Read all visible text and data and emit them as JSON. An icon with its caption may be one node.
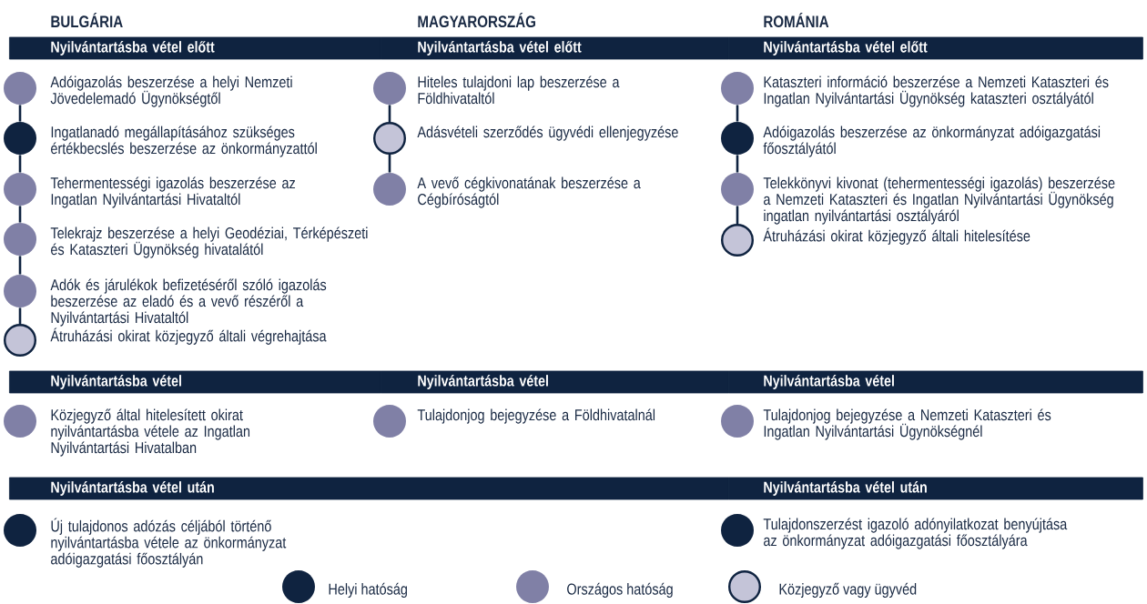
{
  "diagram": {
    "nodes": [
      {
        "text": [
          "Nyilvántartásba vétel előtt"
        ]
      },
      {
        "text": [
          "Nyilvántartásba vétel előtt"
        ]
      },
      {
        "text": [
          "Nyilvántartásba vétel előtt"
        ]
      },
      {
        "text": [],
        "shape": "circle",
        "beside": [
          "Adóigazolás beszerzése a helyi Nemzeti Jövedelemadó Ügynökségtől"
        ]
      },
      {
        "text": [],
        "shape": "circle",
        "beside": [
          "Ingatlanadó megállapításához szükséges értékbecslés beszerzése az önkormányzattól"
        ]
      },
      {
        "text": [],
        "shape": "circle",
        "beside": [
          "Tehermentességi igazolás beszerzése az Ingatlan Nyilvántartási Hivataltól"
        ]
      },
      {
        "text": [],
        "shape": "circle",
        "beside": [
          "Telekrajz beszerzése a helyi Geodéziai, Térképészeti és Kataszteri Ügynökség hivatalától"
        ]
      },
      {
        "text": [],
        "shape": "circle",
        "beside": [
          "Adók és járulékok befizetéséről szóló igazolás beszerzése az eladó és a vevő részéről a Nyilvántartási Hivataltól"
        ]
      },
      {
        "text": [],
        "shape": "circle",
        "beside": [
          "Átruházási okirat közjegyző általi végrehajtása"
        ]
      },
      {
        "text": [],
        "shape": "circle",
        "beside": [
          "Hiteles tulajdoni lap beszerzése a Földhivataltól"
        ]
      },
      {
        "text": [],
        "shape": "circle",
        "beside": [
          "Adásvételi szerződés ügyvédi ellenjegyzése"
        ]
      },
      {
        "text": [],
        "shape": "circle",
        "beside": [
          "A vevő cégkivonatának beszerzése a Cégbíróságtól"
        ]
      },
      {
        "text": [],
        "shape": "circle",
        "beside": [
          "Kataszteri információ beszerzése a Nemzeti Kataszteri és Ingatlan Nyilvántartási Ügynökség kataszteri osztályától"
        ]
      },
      {
        "text": [],
        "shape": "circle",
        "beside": [
          "Adóigazolás beszerzése az önkormányzat adóigazgatási főosztályától"
        ]
      },
      {
        "text": [],
        "shape": "circle",
        "beside": [
          "Telekkönyvi kivonat (tehermentességi igazolás) beszerzése a Nemzeti Kataszteri és Ingatlan Nyilvántartási Ügynökség ingatlan nyilvántartási osztályáról"
        ]
      },
      {
        "text": [],
        "shape": "circle",
        "beside": [
          "Átruházási okirat közjegyző általi hitelesítése"
        ]
      },
      {
        "text": [
          "Nyilvántartásba vétel"
        ]
      },
      {
        "text": [
          "Nyilvántartásba vétel"
        ]
      },
      {
        "text": [
          "Nyilvántartásba vétel"
        ]
      },
      {
        "text": [],
        "shape": "circle",
        "beside": [
          "Közjegyző által hitelesített okirat nyilvántartásba vétele az Ingatlan Nyilvántartási Hivatalban"
        ]
      },
      {
        "text": [],
        "shape": "circle",
        "beside": [
          "Tulajdonjog bejegyzése a Földhivatalnál"
        ]
      },
      {
        "text": [],
        "shape": "circle",
        "beside": [
          "Tulajdonjog bejegyzése a Nemzeti Kataszteri és Ingatlan Nyilvántartási Ügynökségnél"
        ]
      },
      {
        "text": [
          "Nyilvántartásba vétel után"
        ]
      },
      {
        "text": [
          "Nyilvántartásba vétel után"
        ]
      },
      {
        "text": [],
        "shape": "circle",
        "beside": [
          "Új tulajdonos adózás céljából történő nyilvántartásba vétele az önkormányzat adóigazgatási főosztályán"
        ]
      },
      {
        "text": [],
        "shape": "circle",
        "beside": [
          "Tulajdonszerzést igazoló adónyilatkozat benyújtása az önkormányzat adóigazgatási főosztályára"
        ]
      }
    ],
    "edges": [
      {
        "from": 3,
        "to": 4,
        "arrow": "none"
      },
      {
        "from": 4,
        "to": 5,
        "arrow": "none"
      },
      {
        "from": 5,
        "to": 6,
        "arrow": "none"
      },
      {
        "from": 6,
        "to": 7,
        "arrow": "none"
      },
      {
        "from": 7,
        "to": 8,
        "arrow": "none"
      },
      {
        "from": 9,
        "to": 10,
        "arrow": "none"
      },
      {
        "from": 10,
        "to": 11,
        "arrow": "none"
      },
      {
        "from": 12,
        "to": 13,
        "arrow": "none"
      },
      {
        "from": 13,
        "to": 14,
        "arrow": "none"
      },
      {
        "from": 14,
        "to": 15,
        "arrow": "none"
      }
    ],
    "labels": [
      "BULGÁRIA",
      "MAGYARORSZÁG",
      "ROMÁNIA"
    ],
    "legend": [
      {
        "text": "Helyi hatóság",
        "color": "#0f2340"
      },
      {
        "text": "Országos hatóság",
        "color": "#8080a6"
      },
      {
        "text": "Közjegyző vagy ügyvéd",
        "color": "#c4c4d8"
      }
    ]
  }
}
